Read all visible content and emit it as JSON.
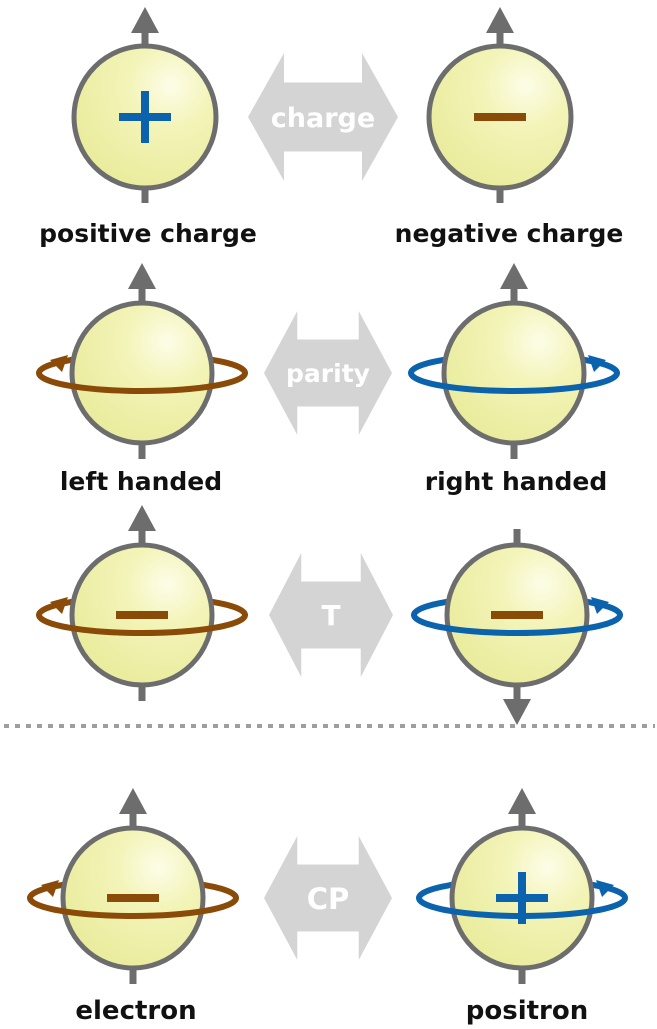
{
  "rows": [
    {
      "arrow_label": "charge",
      "left": {
        "label": "positive charge",
        "sign": "+",
        "spin": "none",
        "axis": "up"
      },
      "right": {
        "label": "negative charge",
        "sign": "−",
        "spin": "none",
        "axis": "up"
      }
    },
    {
      "arrow_label": "parity",
      "left": {
        "label": "left handed",
        "sign": "",
        "spin": "left",
        "axis": "up"
      },
      "right": {
        "label": "right handed",
        "sign": "",
        "spin": "right",
        "axis": "up"
      }
    },
    {
      "arrow_label": "T",
      "left": {
        "label": "",
        "sign": "−",
        "spin": "left",
        "axis": "up"
      },
      "right": {
        "label": "",
        "sign": "−",
        "spin": "right",
        "axis": "down"
      }
    },
    {
      "arrow_label": "CP",
      "left": {
        "label": "electron",
        "sign": "−",
        "spin": "left",
        "axis": "up"
      },
      "right": {
        "label": "positron",
        "sign": "+",
        "spin": "right",
        "axis": "up"
      }
    }
  ],
  "colors": {
    "sphere_fill": "#f0f2a8",
    "sphere_highlight": "#fdfde8",
    "outline": "#6d6d6d",
    "positive": "#0b62ad",
    "negative": "#8a4a08",
    "double_arrow": "#d4d4d4",
    "arrow_text": "#ffffff",
    "divider": "#9e9e9e",
    "caption_text": "#111111"
  }
}
